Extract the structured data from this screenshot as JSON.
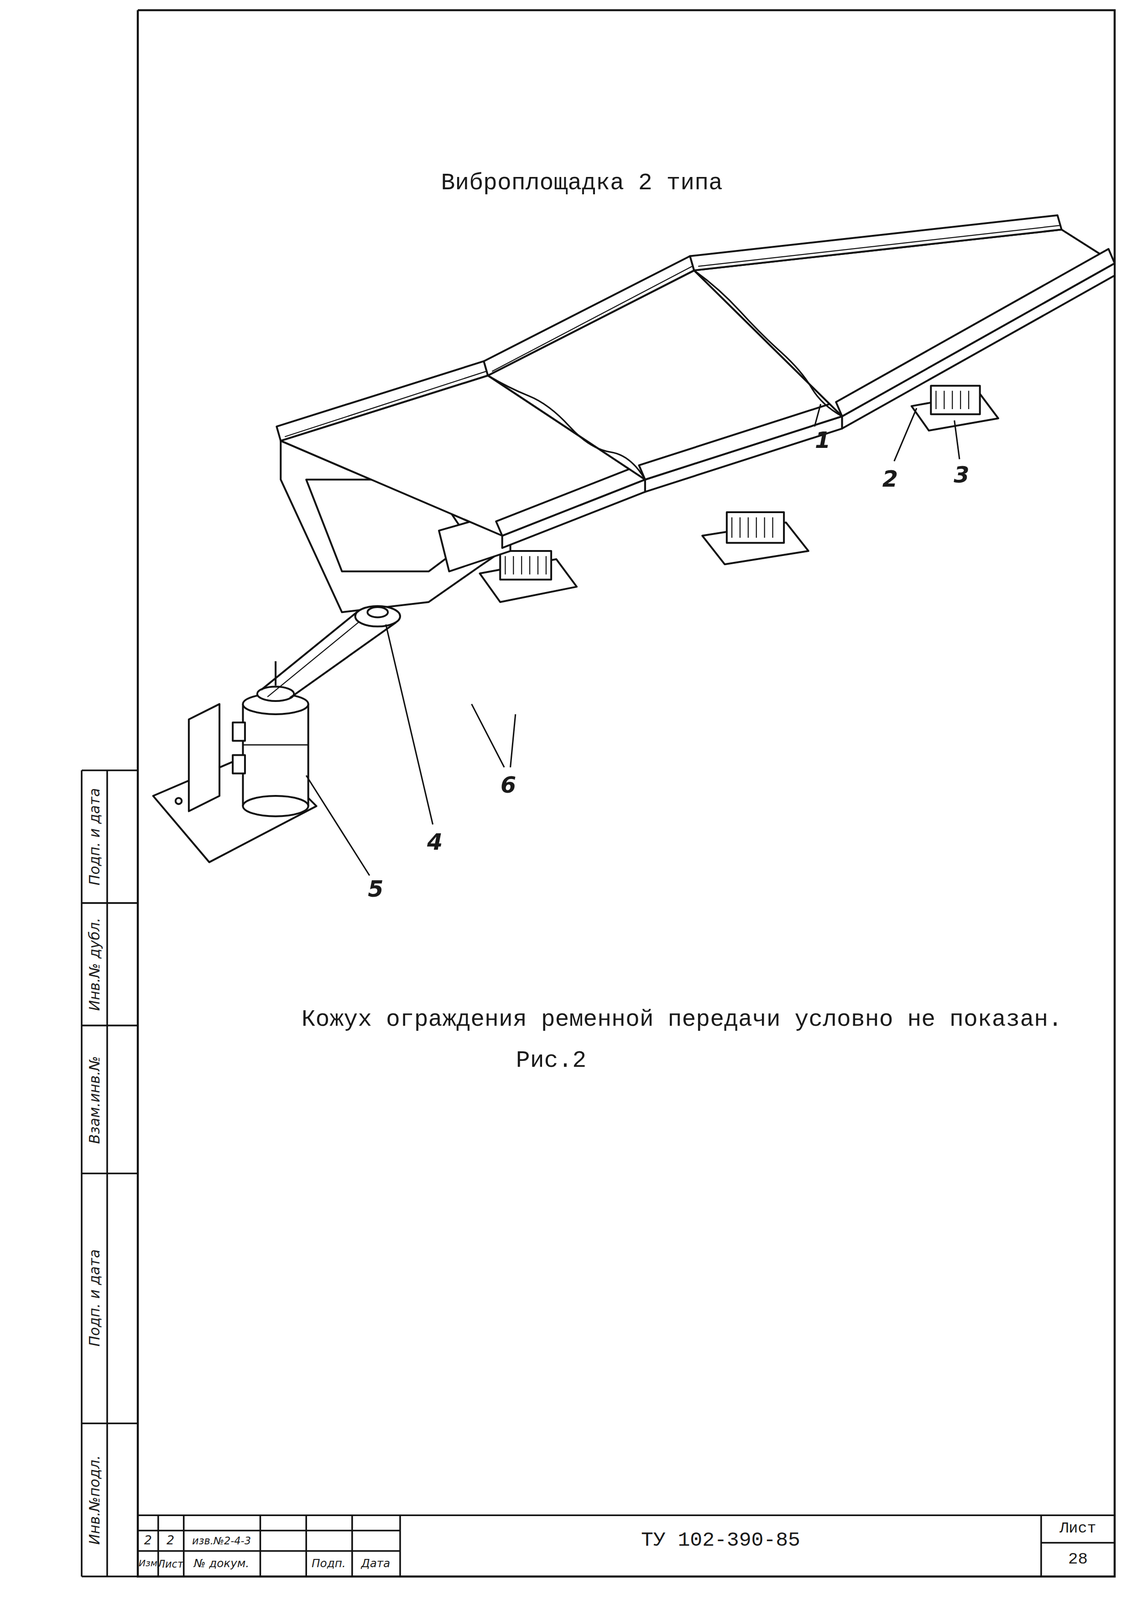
{
  "diagram": {
    "title": "Виброплощадка 2 типа",
    "caption": "Рис.2",
    "labels": [
      "1",
      "2",
      "3",
      "4",
      "5",
      "6",
      "Кожух ограждения ременной передачи условно не показан.",
      "ТУ 102-390-85",
      "Лист",
      "28",
      "2",
      "2",
      "изв.№2-4-3",
      "Изм",
      "Лист",
      "№ докум.",
      "Подп.",
      "Дата",
      "Подп. и дата",
      "Инв.№ дубл.",
      "Взам.инв.№",
      "Подп. и дата",
      "Инв.№подл."
    ]
  }
}
